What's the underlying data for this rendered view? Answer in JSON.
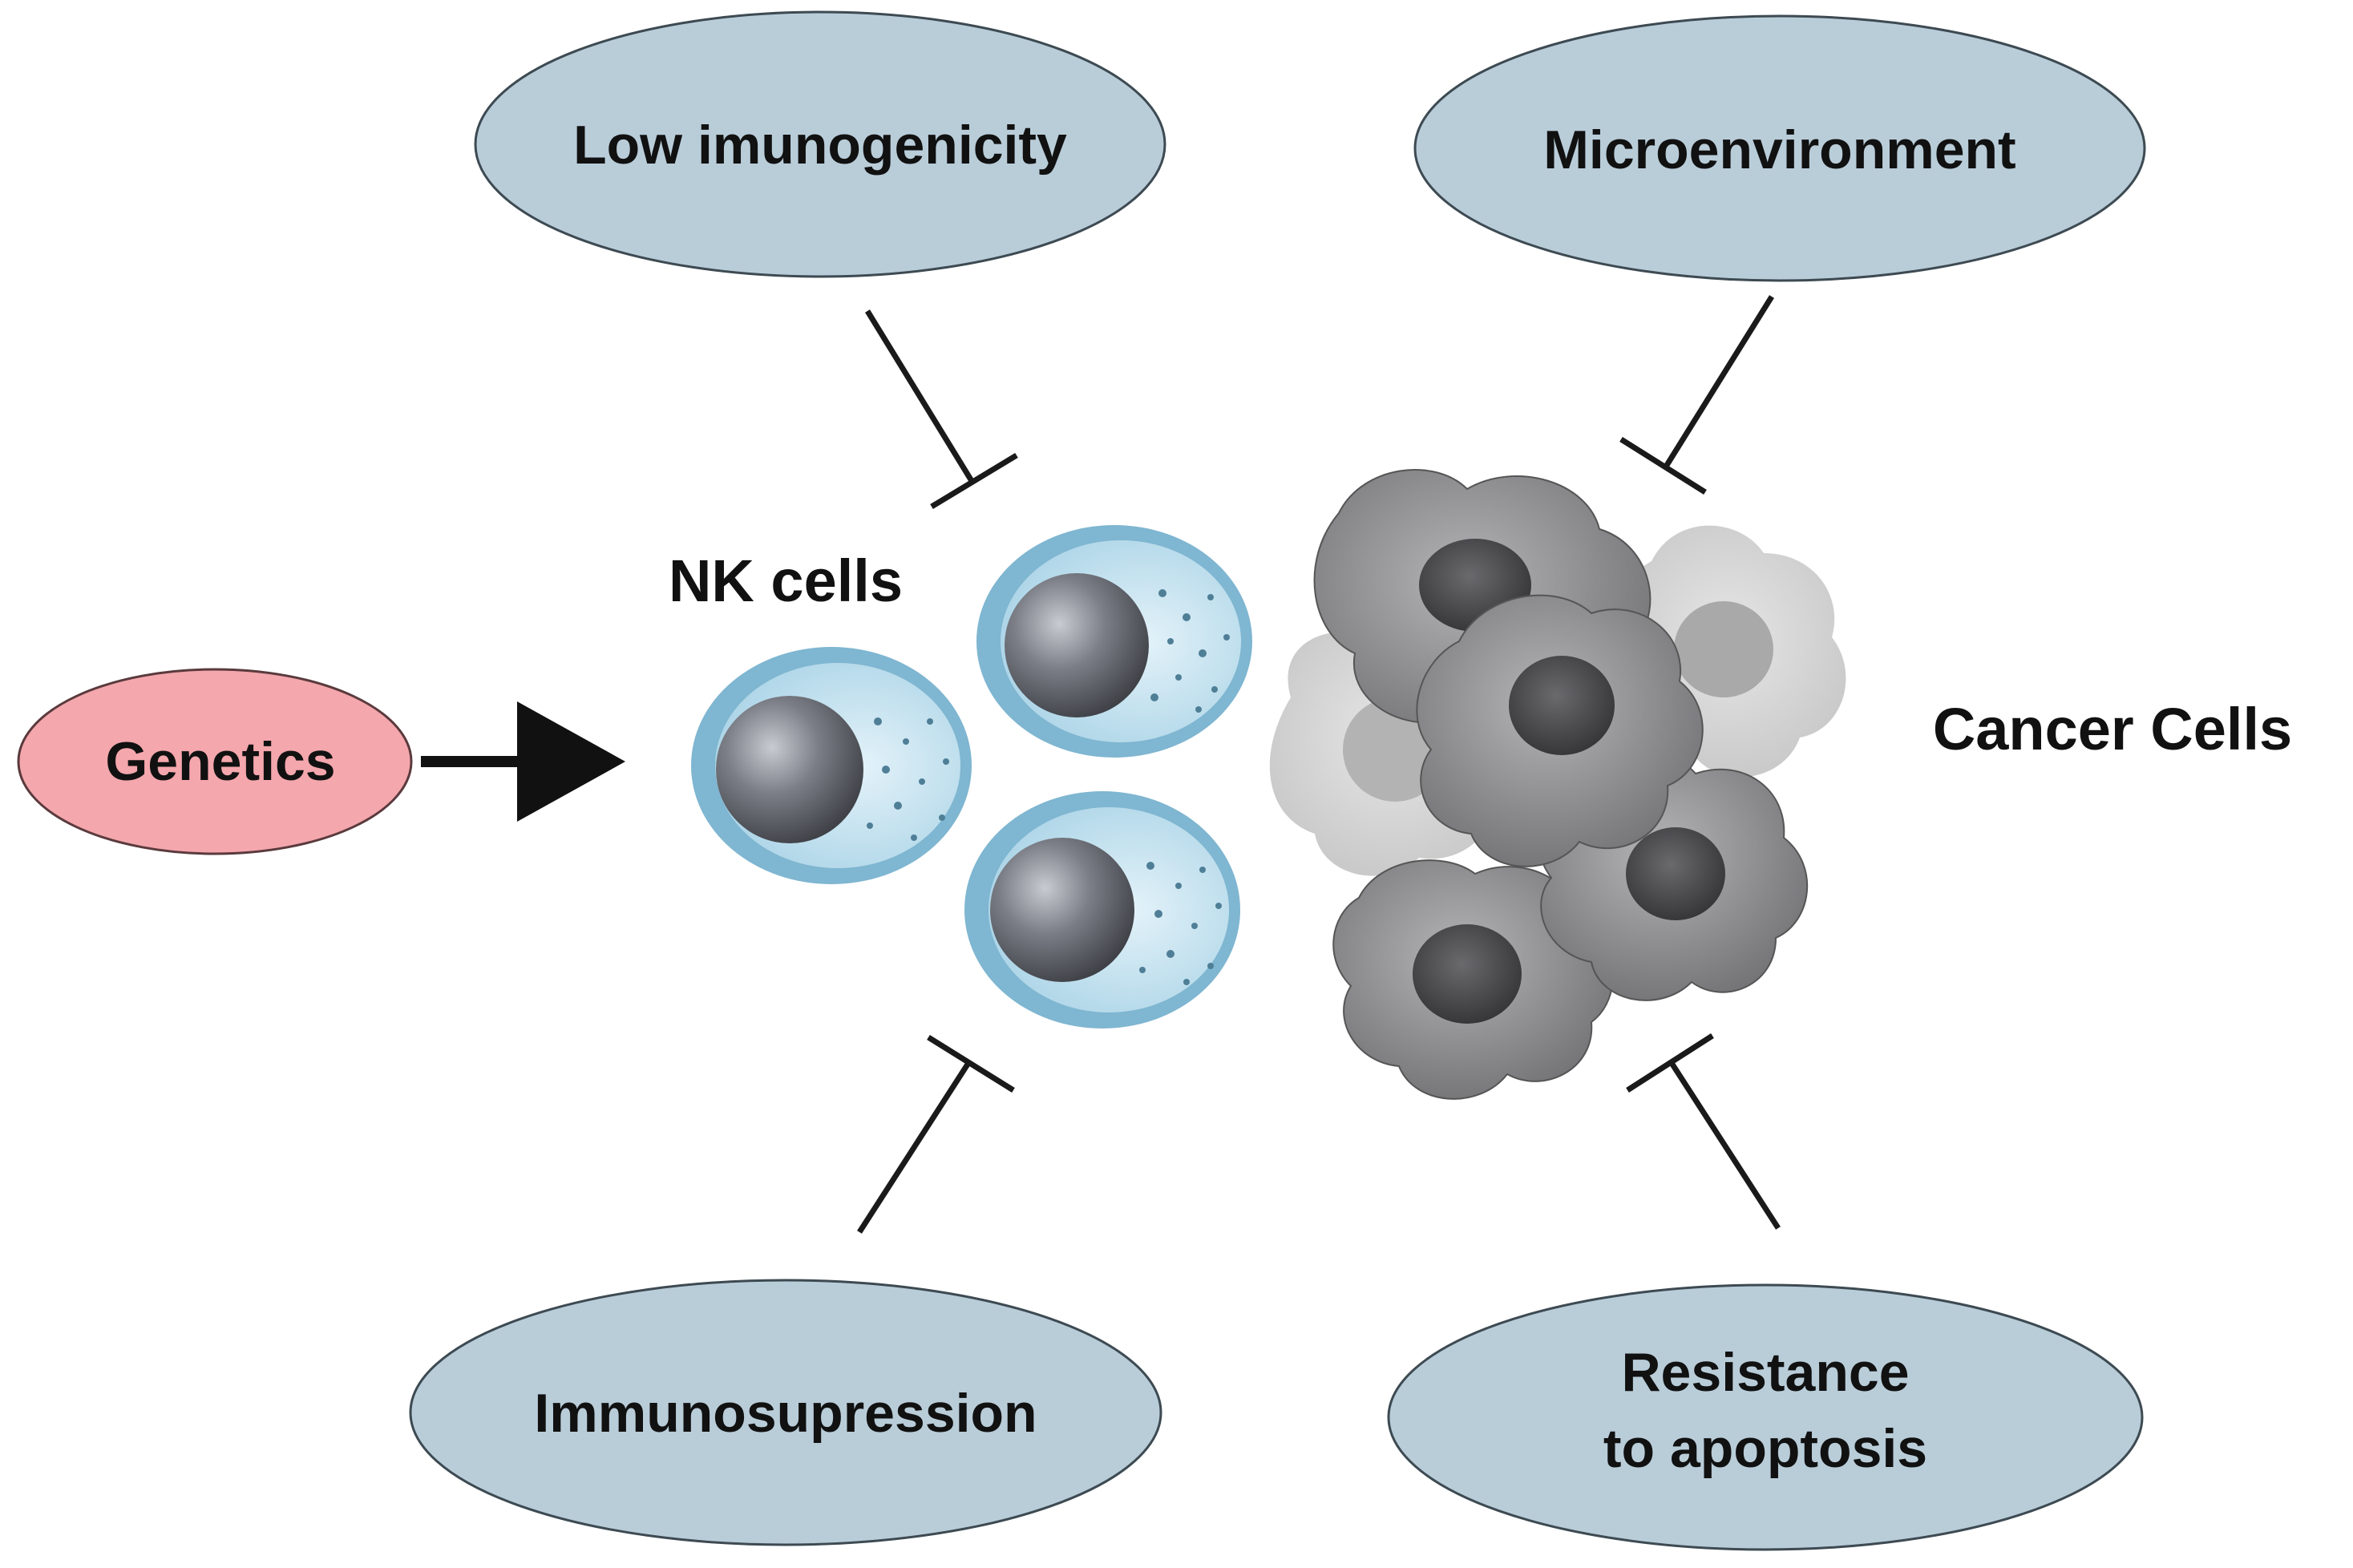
{
  "factors": {
    "low_immunogenicity": "Low imunogenicity",
    "microenvironment": "Microenvironment",
    "genetics": "Genetics",
    "immunosuppression": "Immunosupression",
    "resistance_line1": "Resistance",
    "resistance_line2": "to apoptosis"
  },
  "cells": {
    "nk_label": "NK cells",
    "cancer_label": "Cancer Cells"
  },
  "colors": {
    "factor_fill": "#b9cdd9",
    "genetics_fill": "#f4a7ad",
    "nk_membrane": "#7fb6d1",
    "nk_cytoplasm": "#c8e5f1",
    "nk_nucleus": "#5f6268",
    "cancer_dark": "#8a8a8c",
    "cancer_light": "#cfcfcf",
    "inhibit_line": "#1a1a1a"
  },
  "relations": {
    "genetics_to_nk": "activation-arrow",
    "others": "inhibition"
  }
}
